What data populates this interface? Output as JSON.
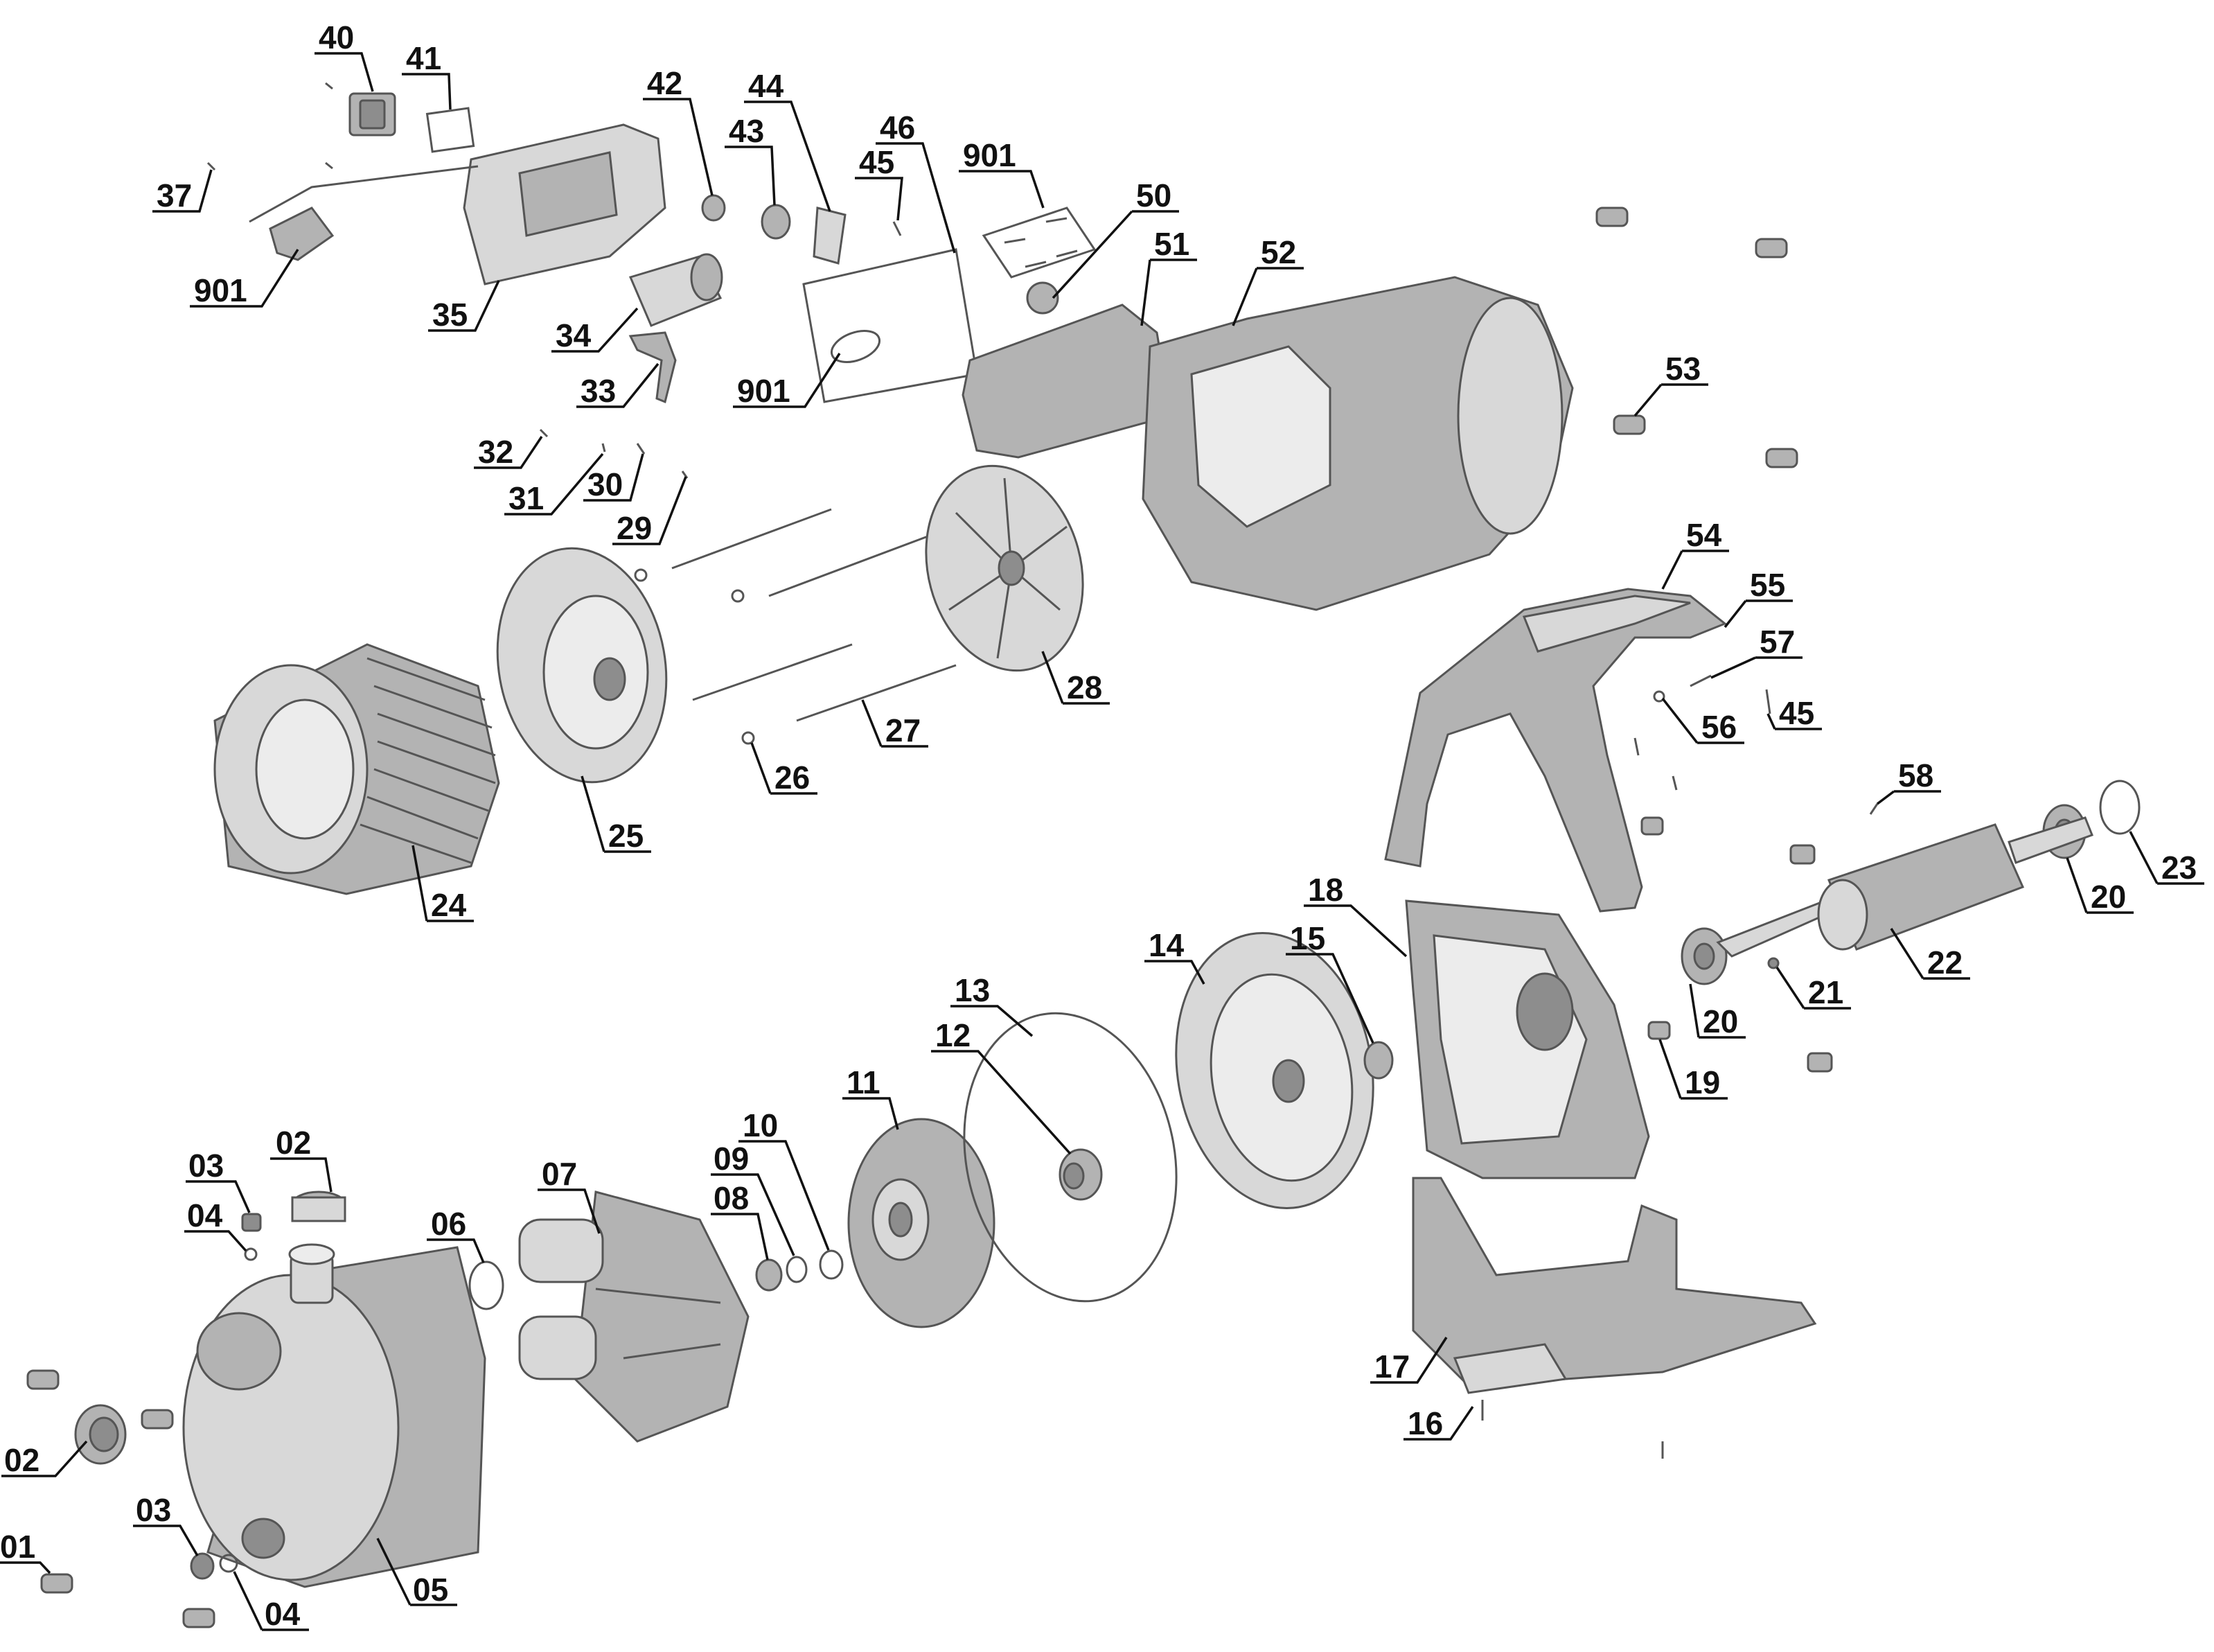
{
  "diagram": {
    "type": "exploded-parts-view",
    "callouts": [
      {
        "id": "c01",
        "label": "01"
      },
      {
        "id": "c02a",
        "label": "02"
      },
      {
        "id": "c02b",
        "label": "02"
      },
      {
        "id": "c03a",
        "label": "03"
      },
      {
        "id": "c03b",
        "label": "03"
      },
      {
        "id": "c04a",
        "label": "04"
      },
      {
        "id": "c04b",
        "label": "04"
      },
      {
        "id": "c05",
        "label": "05"
      },
      {
        "id": "c06",
        "label": "06"
      },
      {
        "id": "c07",
        "label": "07"
      },
      {
        "id": "c08",
        "label": "08"
      },
      {
        "id": "c09",
        "label": "09"
      },
      {
        "id": "c10",
        "label": "10"
      },
      {
        "id": "c11",
        "label": "11"
      },
      {
        "id": "c12",
        "label": "12"
      },
      {
        "id": "c13",
        "label": "13"
      },
      {
        "id": "c14",
        "label": "14"
      },
      {
        "id": "c15",
        "label": "15"
      },
      {
        "id": "c16",
        "label": "16"
      },
      {
        "id": "c17",
        "label": "17"
      },
      {
        "id": "c18",
        "label": "18"
      },
      {
        "id": "c19",
        "label": "19"
      },
      {
        "id": "c20a",
        "label": "20"
      },
      {
        "id": "c20b",
        "label": "20"
      },
      {
        "id": "c21",
        "label": "21"
      },
      {
        "id": "c22",
        "label": "22"
      },
      {
        "id": "c23",
        "label": "23"
      },
      {
        "id": "c24",
        "label": "24"
      },
      {
        "id": "c25",
        "label": "25"
      },
      {
        "id": "c26",
        "label": "26"
      },
      {
        "id": "c27",
        "label": "27"
      },
      {
        "id": "c28",
        "label": "28"
      },
      {
        "id": "c29",
        "label": "29"
      },
      {
        "id": "c30",
        "label": "30"
      },
      {
        "id": "c31",
        "label": "31"
      },
      {
        "id": "c32",
        "label": "32"
      },
      {
        "id": "c33",
        "label": "33"
      },
      {
        "id": "c34",
        "label": "34"
      },
      {
        "id": "c35",
        "label": "35"
      },
      {
        "id": "c37",
        "label": "37"
      },
      {
        "id": "c40",
        "label": "40"
      },
      {
        "id": "c41",
        "label": "41"
      },
      {
        "id": "c42",
        "label": "42"
      },
      {
        "id": "c43",
        "label": "43"
      },
      {
        "id": "c44",
        "label": "44"
      },
      {
        "id": "c45a",
        "label": "45"
      },
      {
        "id": "c45b",
        "label": "45"
      },
      {
        "id": "c46",
        "label": "46"
      },
      {
        "id": "c50",
        "label": "50"
      },
      {
        "id": "c51",
        "label": "51"
      },
      {
        "id": "c52",
        "label": "52"
      },
      {
        "id": "c53",
        "label": "53"
      },
      {
        "id": "c54",
        "label": "54"
      },
      {
        "id": "c55",
        "label": "55"
      },
      {
        "id": "c56",
        "label": "56"
      },
      {
        "id": "c57",
        "label": "57"
      },
      {
        "id": "c58",
        "label": "58"
      },
      {
        "id": "c901a",
        "label": "901"
      },
      {
        "id": "c901b",
        "label": "901"
      },
      {
        "id": "c901c",
        "label": "901"
      }
    ]
  }
}
